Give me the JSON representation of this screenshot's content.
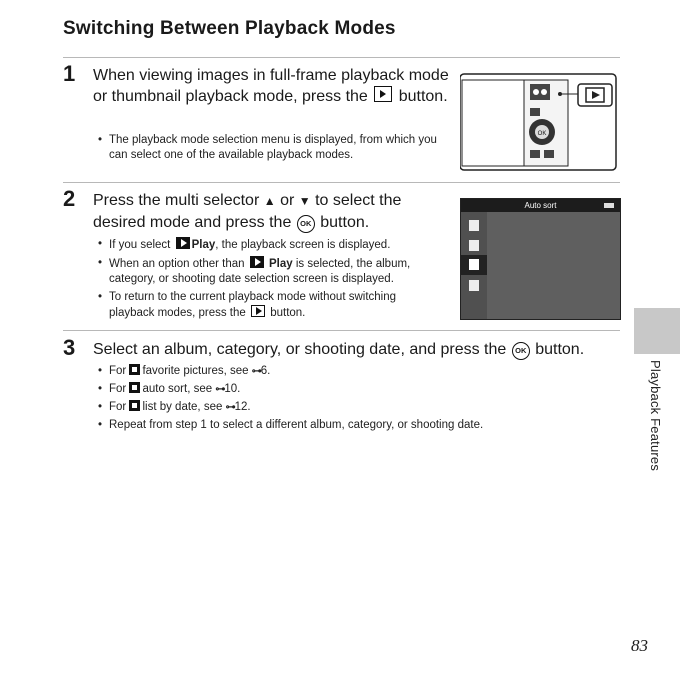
{
  "page": {
    "title": "Switching Between Playback Modes",
    "side_label": "Playback Features",
    "page_number": "83"
  },
  "step1": {
    "number": "1",
    "text_a": "When viewing images in full-frame playback mode or thumbnail playback mode, press the",
    "text_b": "button.",
    "bullets": [
      "The playback mode selection menu is displayed, from which you can select one of the available playback modes."
    ]
  },
  "step2": {
    "number": "2",
    "text_a": "Press the multi selector",
    "up": "▲",
    "or": "or",
    "down": "▼",
    "text_b": "to select the desired mode and press the",
    "text_c": "button.",
    "ok_label": "OK",
    "b1_a": "If you select",
    "b1_play": "Play",
    "b1_b": ", the playback screen is displayed.",
    "b2_a": "When an option other than",
    "b2_play": "Play",
    "b2_b": "is selected, the album, category, or shooting date selection screen is displayed.",
    "b3_a": "To return to the current playback mode without switching playback modes, press the",
    "b3_b": "button."
  },
  "screen": {
    "header": "Auto sort"
  },
  "step3": {
    "number": "3",
    "text_a": "Select an album, category, or shooting date, and press the",
    "text_b": "button.",
    "ok_label": "OK",
    "bullets": [
      {
        "pre": "For",
        "post": "favorite pictures, see",
        "ref": "⊶",
        "num": "6."
      },
      {
        "pre": "For",
        "post": "auto sort, see",
        "ref": "⊶",
        "num": "10."
      },
      {
        "pre": "For",
        "post": "list by date, see",
        "ref": "⊶",
        "num": "12."
      }
    ],
    "bullet4": "Repeat from step 1 to select a different album, category, or shooting date."
  }
}
